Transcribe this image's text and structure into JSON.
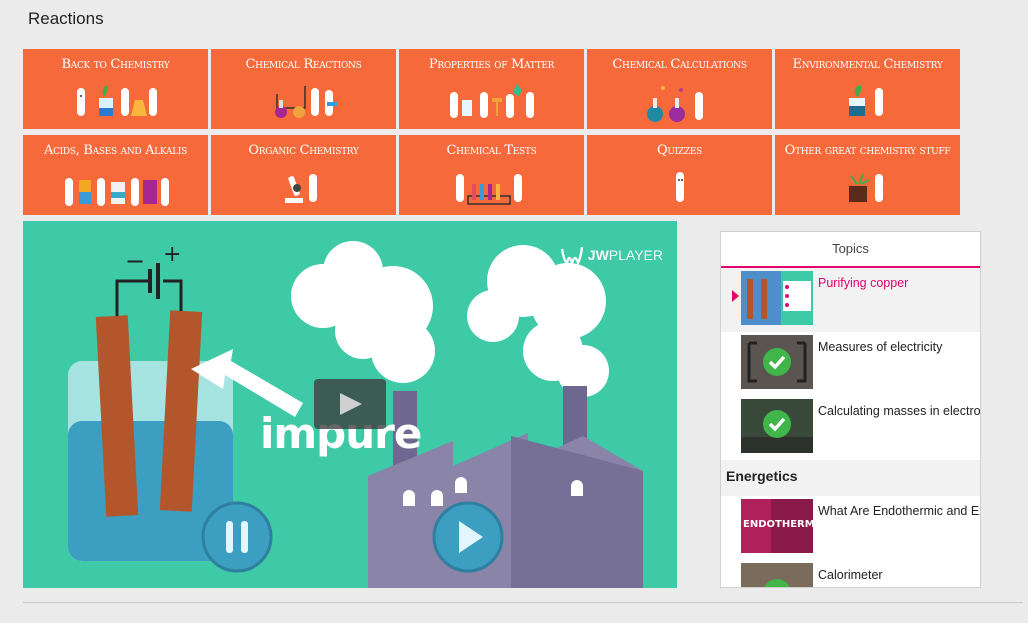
{
  "page": {
    "title": "Reactions"
  },
  "tiles": [
    {
      "label": "Back to Chemistry",
      "art": "scientists-lab"
    },
    {
      "label": "Chemical Reactions",
      "art": "scientists-apparatus"
    },
    {
      "label": "Properties of Matter",
      "art": "scientists-beakers"
    },
    {
      "label": "Chemical Calculations",
      "art": "scientists-flasks"
    },
    {
      "label": "Environmental Chemistry",
      "art": "scientist-plant"
    },
    {
      "label": "Acids, Bases and Alkalis",
      "art": "scientists-bottles"
    },
    {
      "label": "Organic Chemistry",
      "art": "scientist-microscope"
    },
    {
      "label": "Chemical Tests",
      "art": "scientists-test-tubes"
    },
    {
      "label": "Quizzes",
      "art": "scientist-single"
    },
    {
      "label": "Other great chemistry stuff",
      "art": "scientist-box"
    }
  ],
  "video": {
    "overlay_word": "impure",
    "brand": {
      "part1": "JW",
      "part2": "PLAYER"
    },
    "background": "#3ec9a7"
  },
  "playlist": {
    "header": "Topics",
    "items": [
      {
        "title": "Purifying copper",
        "active": true,
        "thumb": "electrolysis-icon"
      },
      {
        "title": "Measures of electricity",
        "active": false,
        "thumb": "check-icon"
      },
      {
        "title": "Calculating masses in electrolysis",
        "active": false,
        "thumb": "check-icon"
      }
    ],
    "sections": [
      {
        "heading": "Energetics",
        "items": [
          {
            "title": "What Are Endothermic and Exothermic Reactions",
            "thumb": "endothermic-icon",
            "thumb_text": "ENDOTHERM & EXOTHERM"
          },
          {
            "title": "Calorimeter",
            "thumb": "check-icon"
          }
        ]
      }
    ]
  },
  "colors": {
    "tile": "#f5693b",
    "accent": "#e5006f",
    "video_bg": "#3ec9a7"
  }
}
